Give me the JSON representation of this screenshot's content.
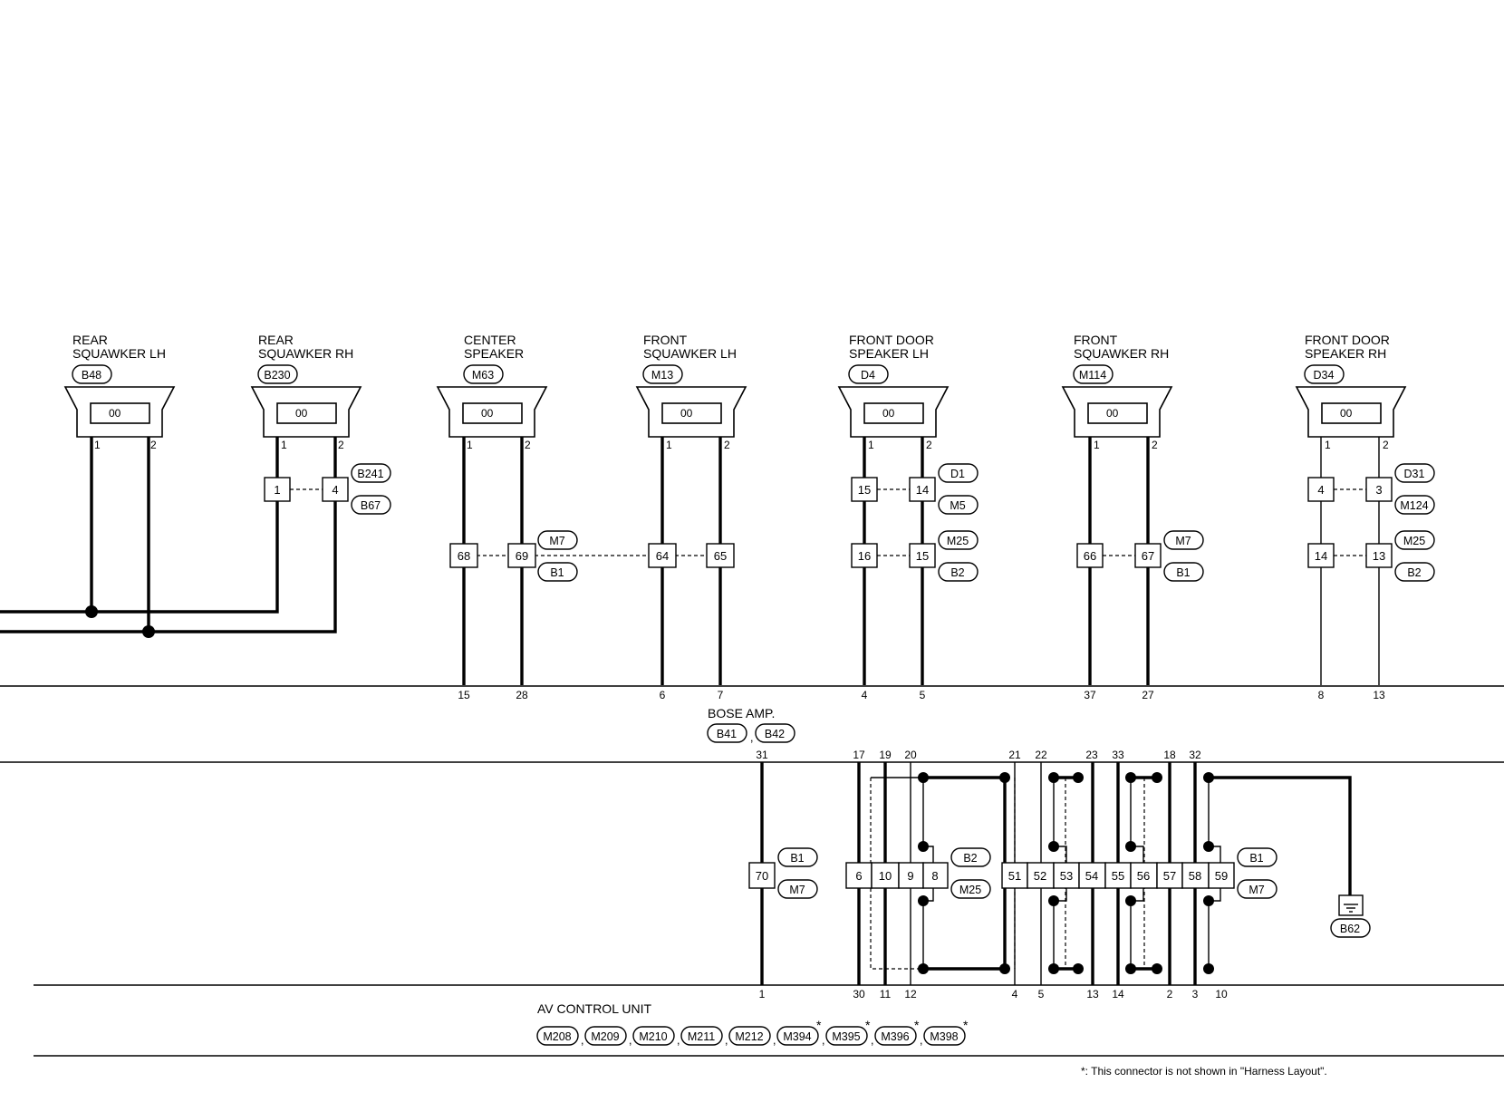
{
  "components": {
    "rear_squawker_lh": {
      "line1": "REAR",
      "line2": "SQUAWKER LH",
      "connector": "B48",
      "pin1": "1",
      "pin2": "2"
    },
    "rear_squawker_rh": {
      "line1": "REAR",
      "line2": "SQUAWKER RH",
      "connector": "B230",
      "pin1": "1",
      "pin2": "2"
    },
    "center_speaker": {
      "line1": "CENTER",
      "line2": "SPEAKER",
      "connector": "M63",
      "pin1": "1",
      "pin2": "2"
    },
    "front_squawker_lh": {
      "line1": "FRONT",
      "line2": "SQUAWKER LH",
      "connector": "M13",
      "pin1": "1",
      "pin2": "2"
    },
    "front_door_speaker_lh": {
      "line1": "FRONT DOOR",
      "line2": "SPEAKER LH",
      "connector": "D4",
      "pin1": "1",
      "pin2": "2"
    },
    "front_squawker_rh": {
      "line1": "FRONT",
      "line2": "SQUAWKER RH",
      "connector": "M114",
      "pin1": "1",
      "pin2": "2"
    },
    "front_door_speaker_rh": {
      "line1": "FRONT DOOR",
      "line2": "SPEAKER RH",
      "connector": "D34",
      "pin1": "1",
      "pin2": "2"
    }
  },
  "junctions": {
    "b241": {
      "a": "1",
      "b": "4",
      "top": "B241",
      "bottom": "B67"
    },
    "center": {
      "a": "68",
      "b": "69",
      "top": "M7",
      "bottom": "B1"
    },
    "fsq_lh": {
      "a": "64",
      "b": "65"
    },
    "fdl_upper": {
      "a": "15",
      "b": "14",
      "top": "D1",
      "bottom": "M5"
    },
    "fdl_lower": {
      "a": "16",
      "b": "15",
      "top": "M25",
      "bottom": "B2"
    },
    "fsq_rh": {
      "a": "66",
      "b": "67",
      "top": "M7",
      "bottom": "B1"
    },
    "fdr_upper": {
      "a": "4",
      "b": "3",
      "top": "D31",
      "bottom": "M124"
    },
    "fdr_lower": {
      "a": "14",
      "b": "13",
      "top": "M25",
      "bottom": "B2"
    }
  },
  "bose_amp": {
    "title": "BOSE AMP.",
    "connectors": [
      "B41",
      "B42"
    ],
    "sep": ",",
    "top_terminals": [
      "15",
      "28",
      "6",
      "7",
      "4",
      "5",
      "37",
      "27",
      "8",
      "13"
    ],
    "bottom_terminals": [
      "31",
      "17",
      "19",
      "20",
      "21",
      "22",
      "23",
      "33",
      "18",
      "32"
    ]
  },
  "lower_junctions": {
    "j70": {
      "pin": "70",
      "top": "B1",
      "bottom": "M7"
    },
    "block_a": {
      "pins": [
        "6",
        "10",
        "9",
        "8"
      ],
      "top": "B2",
      "bottom": "M25"
    },
    "block_b": {
      "pins": [
        "51",
        "52",
        "53",
        "54",
        "55",
        "56",
        "57",
        "58",
        "59"
      ],
      "top": "B1",
      "bottom": "M7"
    }
  },
  "ground": {
    "connector": "B62"
  },
  "av_control_unit": {
    "title": "AV CONTROL UNIT",
    "connectors": [
      "M208",
      "M209",
      "M210",
      "M211",
      "M212",
      "M394",
      "M395",
      "M396",
      "M398"
    ],
    "sep": ",",
    "star": "*",
    "terminals": [
      "1",
      "30",
      "11",
      "12",
      "4",
      "5",
      "13",
      "14",
      "2",
      "3",
      "10"
    ]
  },
  "footnote": "*: This connector is not shown in \"Harness Layout\"."
}
